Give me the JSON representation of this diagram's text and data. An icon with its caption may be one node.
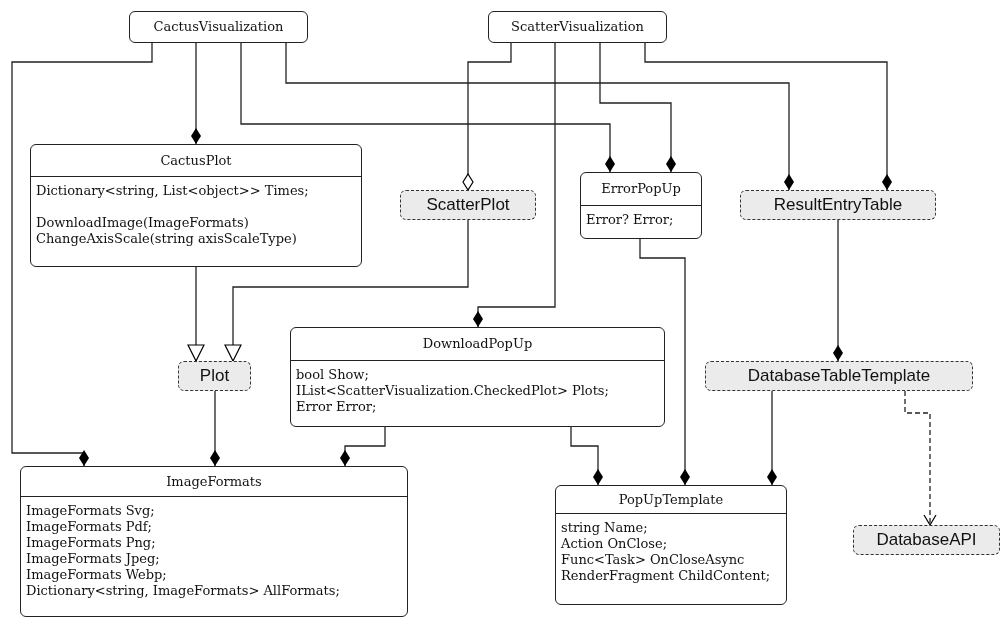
{
  "diagram": {
    "nodes": [
      {
        "text": [
          "CactusVisualization"
        ]
      },
      {
        "text": [
          "ScatterVisualization"
        ]
      },
      {
        "text": [
          "CactusPlot",
          "Dictionary<string, List<object>> Times;",
          "DownloadImage(ImageFormats)",
          "ChangeAxisScale(string axisScaleType)"
        ]
      },
      {
        "text": [
          "ScatterPlot"
        ]
      },
      {
        "text": [
          "ErrorPopUp",
          "Error? Error;"
        ]
      },
      {
        "text": [
          "ResultEntryTable"
        ]
      },
      {
        "text": [
          "DownloadPopUp",
          "bool Show;",
          "IList<ScatterVisualization.CheckedPlot> Plots;",
          "Error Error;"
        ]
      },
      {
        "text": [
          "Plot"
        ]
      },
      {
        "text": [
          "DatabaseTableTemplate"
        ]
      },
      {
        "text": [
          "ImageFormats",
          "ImageFormats Svg;",
          "ImageFormats Pdf;",
          "ImageFormats Png;",
          "ImageFormats Jpeg;",
          "ImageFormats Webp;",
          "Dictionary<string, ImageFormats> AllFormats;"
        ]
      },
      {
        "text": [
          "PopUpTemplate",
          "string Name;",
          "Action OnClose;",
          "Func<Task> OnCloseAsync",
          "RenderFragment ChildContent;"
        ]
      },
      {
        "text": [
          "DatabaseAPI"
        ]
      }
    ],
    "edges": [
      {
        "from": 0,
        "to": 9,
        "arrow": "other"
      },
      {
        "from": 0,
        "to": 2,
        "arrow": "other"
      },
      {
        "from": 0,
        "to": 4,
        "arrow": "other"
      },
      {
        "from": 0,
        "to": 5,
        "arrow": "other"
      },
      {
        "from": 1,
        "to": 3,
        "arrow": "other"
      },
      {
        "from": 1,
        "to": 6,
        "arrow": "other"
      },
      {
        "from": 1,
        "to": 4,
        "arrow": "other"
      },
      {
        "from": 1,
        "to": 5,
        "arrow": "other"
      },
      {
        "from": 2,
        "to": 7,
        "arrow": "to"
      },
      {
        "from": 3,
        "to": 7,
        "arrow": "to"
      },
      {
        "from": 4,
        "to": 10,
        "arrow": "other"
      },
      {
        "from": 5,
        "to": 8,
        "arrow": "other"
      },
      {
        "from": 7,
        "to": 9,
        "arrow": "other"
      },
      {
        "from": 6,
        "to": 9,
        "arrow": "other"
      },
      {
        "from": 6,
        "to": 10,
        "arrow": "other"
      },
      {
        "from": 8,
        "to": 10,
        "arrow": "other"
      },
      {
        "from": 8,
        "to": 11,
        "arrow": "to",
        "style": "dashed"
      }
    ]
  }
}
